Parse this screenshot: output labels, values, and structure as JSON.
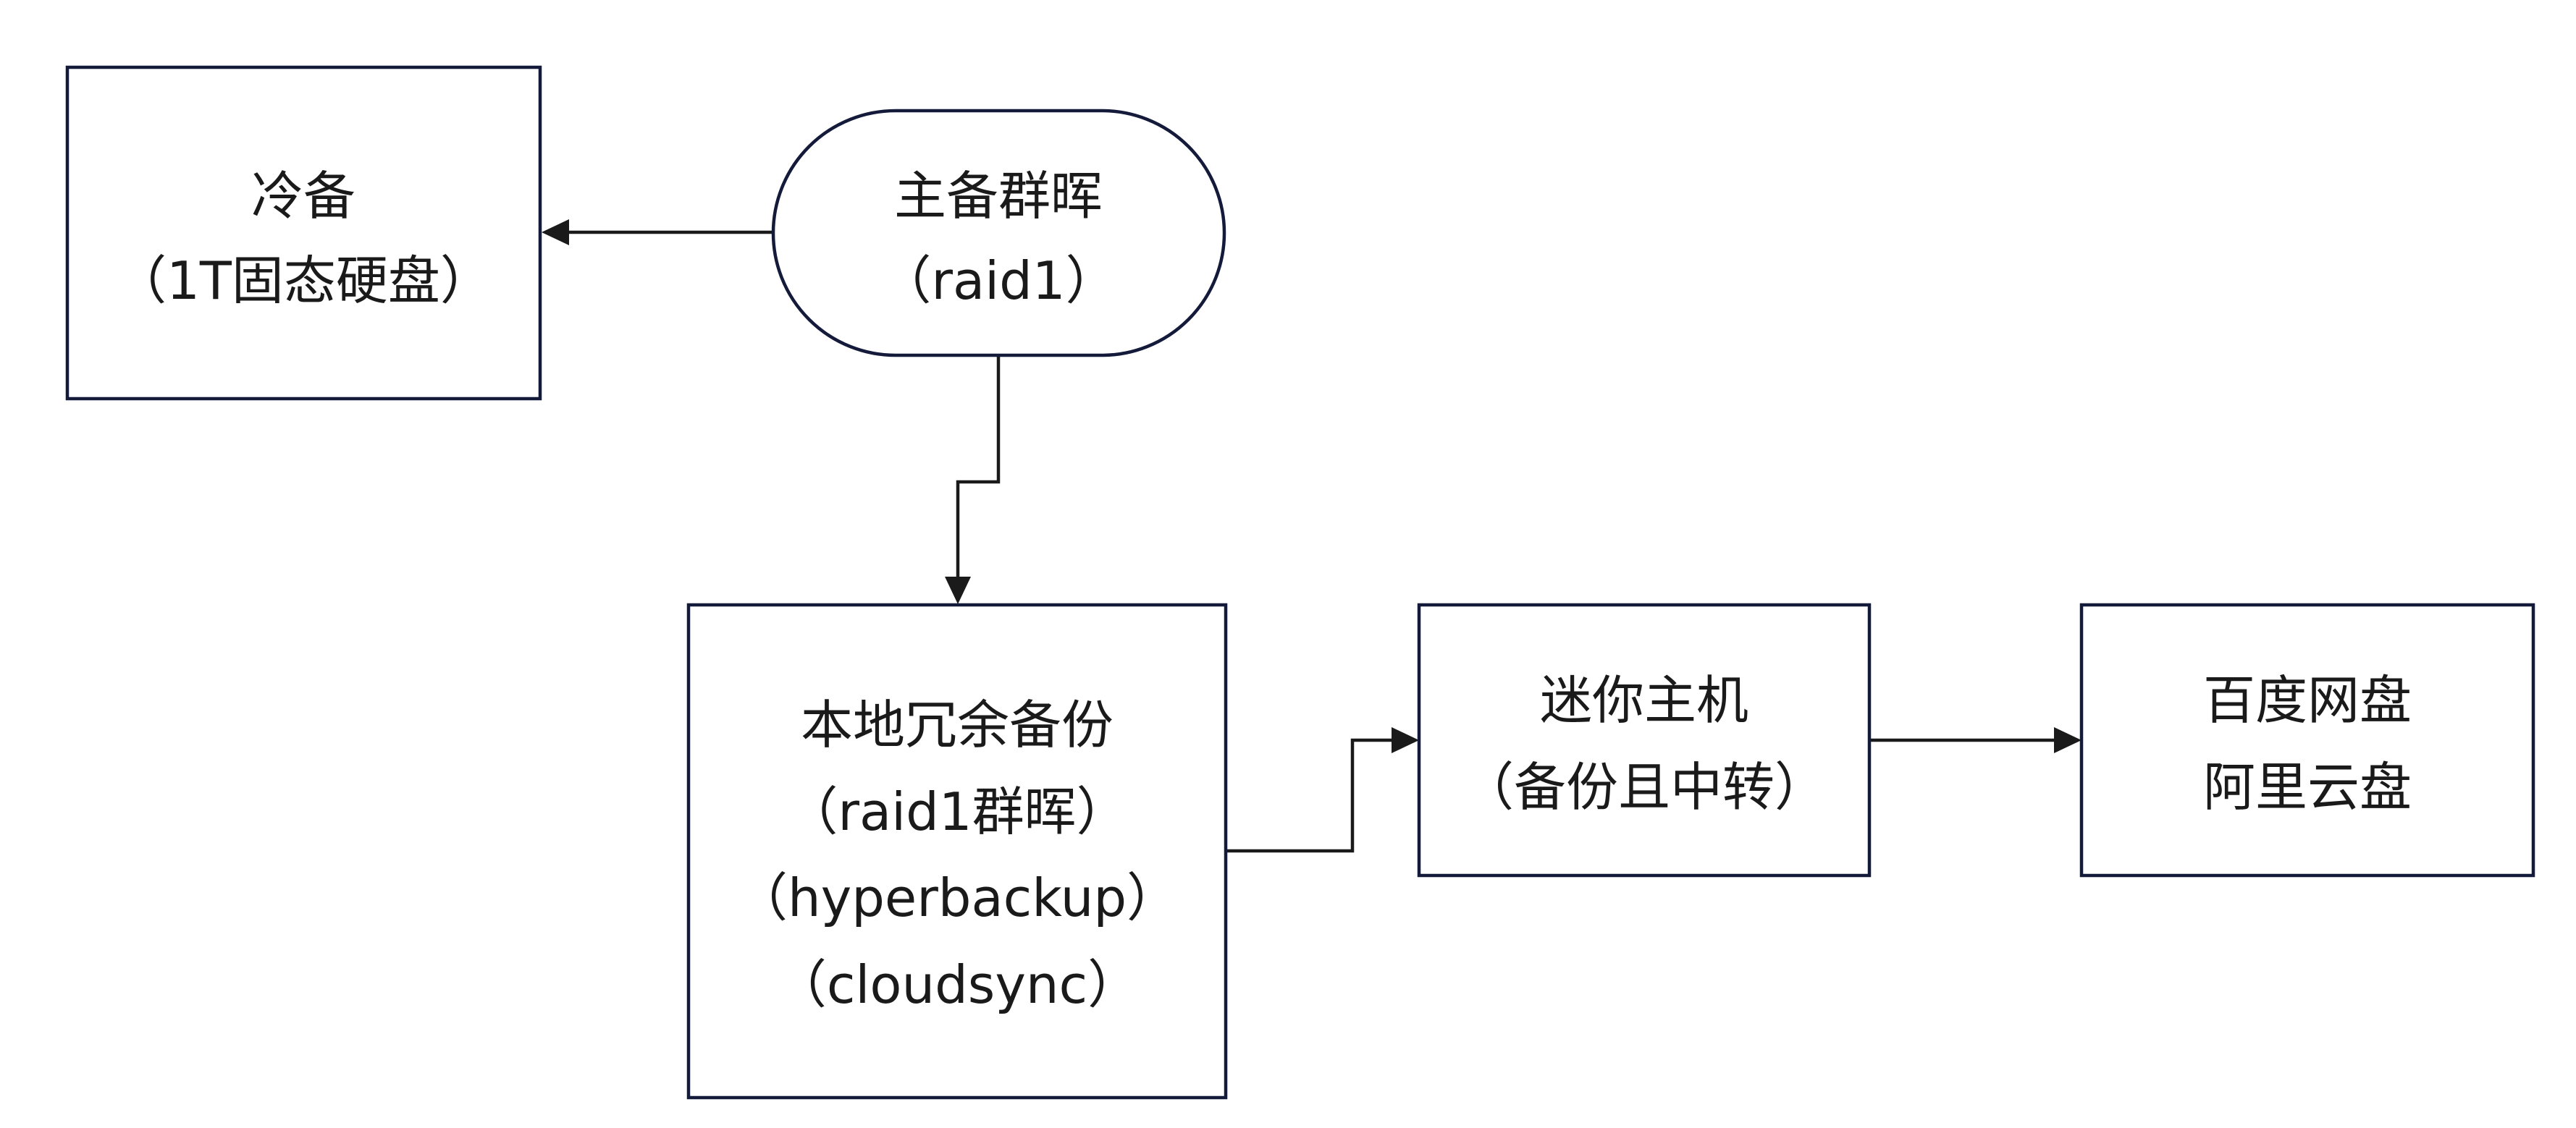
{
  "diagram": {
    "colors": {
      "node_border": "#141a3a",
      "edge": "#1a1a1a",
      "text": "#1a1a1a",
      "background": "#ffffff"
    },
    "nodes": {
      "cold_backup": {
        "shape": "rectangle",
        "lines": [
          "冷备",
          "（1T固态硬盘）"
        ]
      },
      "main_nas": {
        "shape": "stadium",
        "lines": [
          "主备群晖",
          "（raid1）"
        ]
      },
      "local_redundant": {
        "shape": "rectangle",
        "lines": [
          "本地冗余备份",
          "（raid1群晖）",
          "（hyperbackup）",
          "（cloudsync）"
        ]
      },
      "mini_host": {
        "shape": "rectangle",
        "lines": [
          "迷你主机",
          "（备份且中转）"
        ]
      },
      "cloud_drives": {
        "shape": "rectangle",
        "lines": [
          "百度网盘",
          "阿里云盘"
        ]
      }
    },
    "edges": [
      {
        "from": "main_nas",
        "to": "cold_backup"
      },
      {
        "from": "main_nas",
        "to": "local_redundant"
      },
      {
        "from": "local_redundant",
        "to": "mini_host"
      },
      {
        "from": "mini_host",
        "to": "cloud_drives"
      }
    ]
  }
}
